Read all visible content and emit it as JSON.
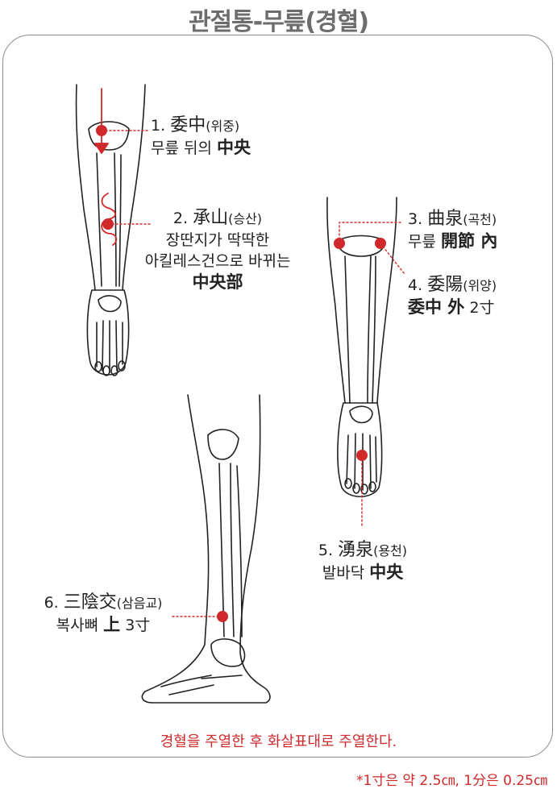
{
  "title": "관절통-무릎(경혈)",
  "points": [
    {
      "num": "1.",
      "hanja": "委中",
      "hangul": "(위중)",
      "desc": "무릎 뒤의",
      "emph": "中央"
    },
    {
      "num": "2.",
      "hanja": "承山",
      "hangul": "(승산)",
      "desc1": "장딴지가 딱딱한",
      "desc2": "아킬레스건으로 바뀌는",
      "emph": "中央部"
    },
    {
      "num": "3.",
      "hanja": "曲泉",
      "hangul": "(곡천)",
      "desc": "무릎",
      "emph": "開節 內"
    },
    {
      "num": "4.",
      "hanja": "委陽",
      "hangul": "(위양)",
      "emph": "委中 外",
      "measure": "2寸"
    },
    {
      "num": "5.",
      "hanja": "湧泉",
      "hangul": "(용천)",
      "desc": "발바닥",
      "emph": "中央"
    },
    {
      "num": "6.",
      "hanja": "三陰交",
      "hangul": "(삼음교)",
      "desc": "복사뼈",
      "emph": "上",
      "measure": "3寸"
    }
  ],
  "note": "경혈을 주열한 후 화살표대로 주열한다.",
  "footnote": "*1寸은 약 2.5㎝, 1分은 0.25㎝",
  "colors": {
    "accent": "#d0292b",
    "line": "#222222",
    "frame": "#8a8a8a",
    "title": "#6d6d6d"
  }
}
